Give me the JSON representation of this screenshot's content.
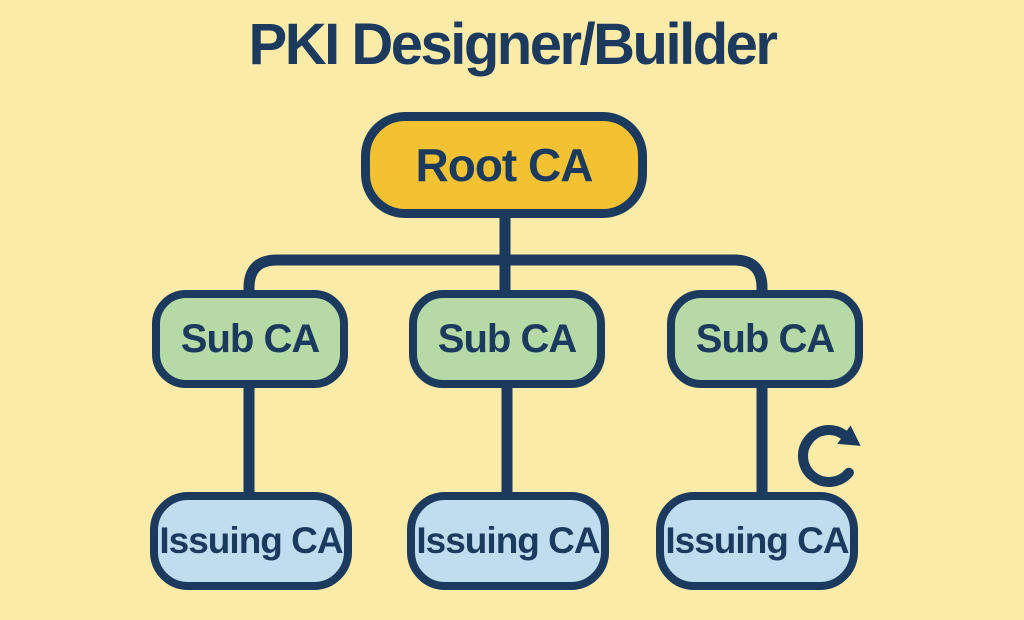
{
  "title": "PKI Designer/Builder",
  "diagram": {
    "type": "hierarchy-tree",
    "root": {
      "id": "root-ca",
      "label": "Root CA",
      "fill": "#F2C233"
    },
    "sub_cas": [
      {
        "id": "sub-ca-1",
        "label": "Sub CA",
        "fill": "#B5DAA5"
      },
      {
        "id": "sub-ca-2",
        "label": "Sub CA",
        "fill": "#B5DAA5"
      },
      {
        "id": "sub-ca-3",
        "label": "Sub CA",
        "fill": "#B5DAA5"
      }
    ],
    "issuing_cas": [
      {
        "id": "issuing-ca-1",
        "label": "Issuing CA",
        "fill": "#BFDDEE"
      },
      {
        "id": "issuing-ca-2",
        "label": "Issuing CA",
        "fill": "#BFDDEE"
      },
      {
        "id": "issuing-ca-3",
        "label": "Issuing CA",
        "fill": "#BFDDEE"
      }
    ],
    "edges": [
      {
        "from": "root-ca",
        "to": "sub-ca-1"
      },
      {
        "from": "root-ca",
        "to": "sub-ca-2"
      },
      {
        "from": "root-ca",
        "to": "sub-ca-3"
      },
      {
        "from": "sub-ca-1",
        "to": "issuing-ca-1"
      },
      {
        "from": "sub-ca-2",
        "to": "issuing-ca-2"
      },
      {
        "from": "sub-ca-3",
        "to": "issuing-ca-3"
      }
    ],
    "icons": [
      {
        "name": "refresh-icon",
        "meaning": "clockwise circular renewal arrow",
        "near": "issuing-ca-3"
      }
    ]
  },
  "colors": {
    "background": "#FBEBA8",
    "line_and_text": "#1C3A5E",
    "root_fill": "#F2C233",
    "sub_fill": "#B5DAA5",
    "issuing_fill": "#BFDDEE"
  }
}
